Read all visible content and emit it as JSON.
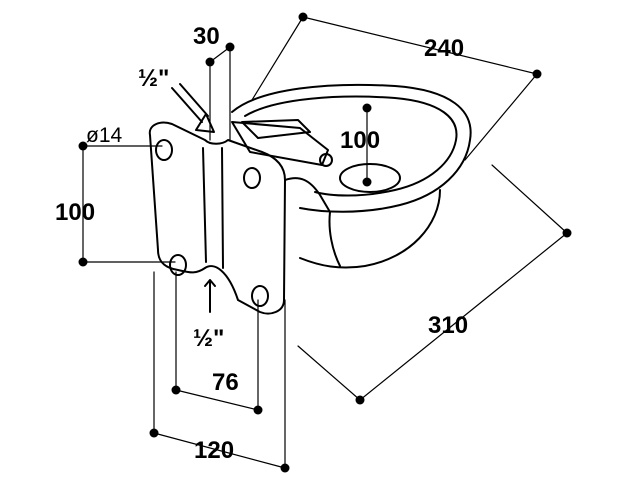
{
  "diagram": {
    "labels": {
      "width_top": "240",
      "flange_thickness": "30",
      "pipe_top": "½\"",
      "hole_diameter": "ø14",
      "bowl_depth": "100",
      "mount_height": "100",
      "length_side": "310",
      "pipe_bottom": "½\"",
      "hole_spacing": "76",
      "plate_width": "120"
    }
  }
}
